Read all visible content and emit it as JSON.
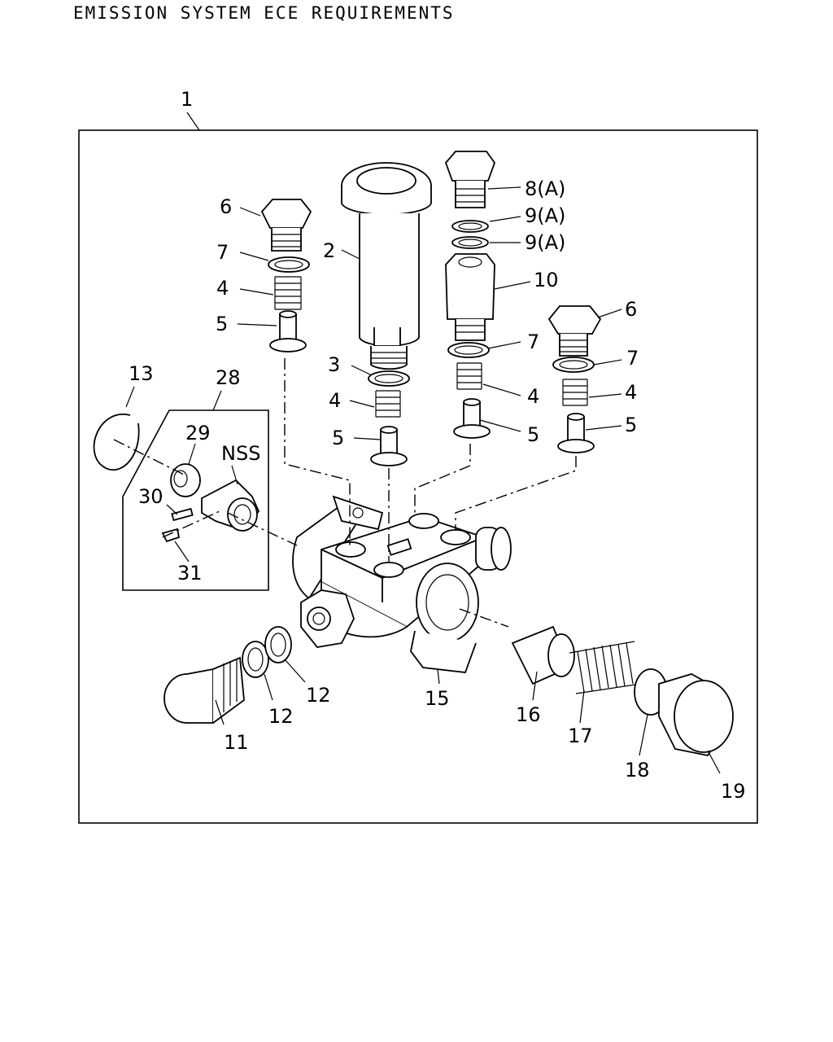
{
  "title": "EMISSION SYSTEM ECE REQUIREMENTS",
  "callouts": {
    "c1": "1",
    "c2": "2",
    "c3": "3",
    "c4a": "4",
    "c4b": "4",
    "c4c": "4",
    "c4d": "4",
    "c5a": "5",
    "c5b": "5",
    "c5c": "5",
    "c5d": "5",
    "c6a": "6",
    "c6b": "6",
    "c7a": "7",
    "c7b": "7",
    "c7c": "7",
    "c8": "8(A)",
    "c9a": "9(A)",
    "c9b": "9(A)",
    "c10": "10",
    "c11": "11",
    "c12a": "12",
    "c12b": "12",
    "c13": "13",
    "c15": "15",
    "c16": "16",
    "c17": "17",
    "c18": "18",
    "c19": "19",
    "c28": "28",
    "c29": "29",
    "c30": "30",
    "c31": "31",
    "nss": "NSS"
  }
}
